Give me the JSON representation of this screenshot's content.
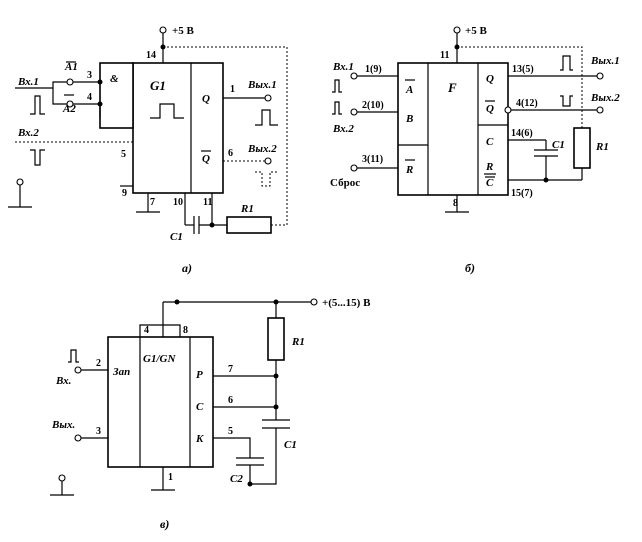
{
  "diagram_a": {
    "caption": "а)",
    "supply": "+5 В",
    "chip_label": "G1",
    "and_label": "&",
    "inputs": {
      "in1": "Вх.1",
      "in2": "Вх.2",
      "a1": "A1",
      "a2": "A2"
    },
    "outputs": {
      "out1": "Вых.1",
      "out2": "Вых.2",
      "q": "Q",
      "qbar": "Q"
    },
    "parts": {
      "r": "R1",
      "c": "C1"
    },
    "pins": {
      "p3": "3",
      "p4": "4",
      "p5": "5",
      "p9": "9",
      "p14": "14",
      "p1": "1",
      "p6": "6",
      "p7": "7",
      "p10": "10",
      "p11": "11"
    }
  },
  "diagram_b": {
    "caption": "б)",
    "supply": "+5 В",
    "chip_label": "F",
    "inputs": {
      "in1": "Вх.1",
      "in2": "Вх.2",
      "reset": "Сброс",
      "a": "A",
      "b": "B",
      "r": "R"
    },
    "outputs": {
      "out1": "Вых.1",
      "out2": "Вых.2",
      "q": "Q",
      "qbar": "Q",
      "c": "C",
      "rc_top": "R",
      "rc_bot": "C"
    },
    "parts": {
      "r": "R1",
      "c": "C1"
    },
    "pins": {
      "p1": "1(9)",
      "p2": "2(10)",
      "p3": "3(11)",
      "p11": "11",
      "p8": "8",
      "p13": "13(5)",
      "p4": "4(12)",
      "p14": "14(6)",
      "p15": "15(7)"
    }
  },
  "diagram_c": {
    "caption": "в)",
    "supply": "+(5...15)  В",
    "chip_label": "G1/GN",
    "start_label": "Зап",
    "inputs": {
      "in": "Вх.",
      "out": "Вых."
    },
    "side": {
      "p": "P",
      "c": "C",
      "k": "K"
    },
    "parts": {
      "r": "R1",
      "c1": "C1",
      "c2": "C2"
    },
    "pins": {
      "p2": "2",
      "p3": "3",
      "p4": "4",
      "p8": "8",
      "p7": "7",
      "p6": "6",
      "p5": "5",
      "p1": "1"
    }
  }
}
